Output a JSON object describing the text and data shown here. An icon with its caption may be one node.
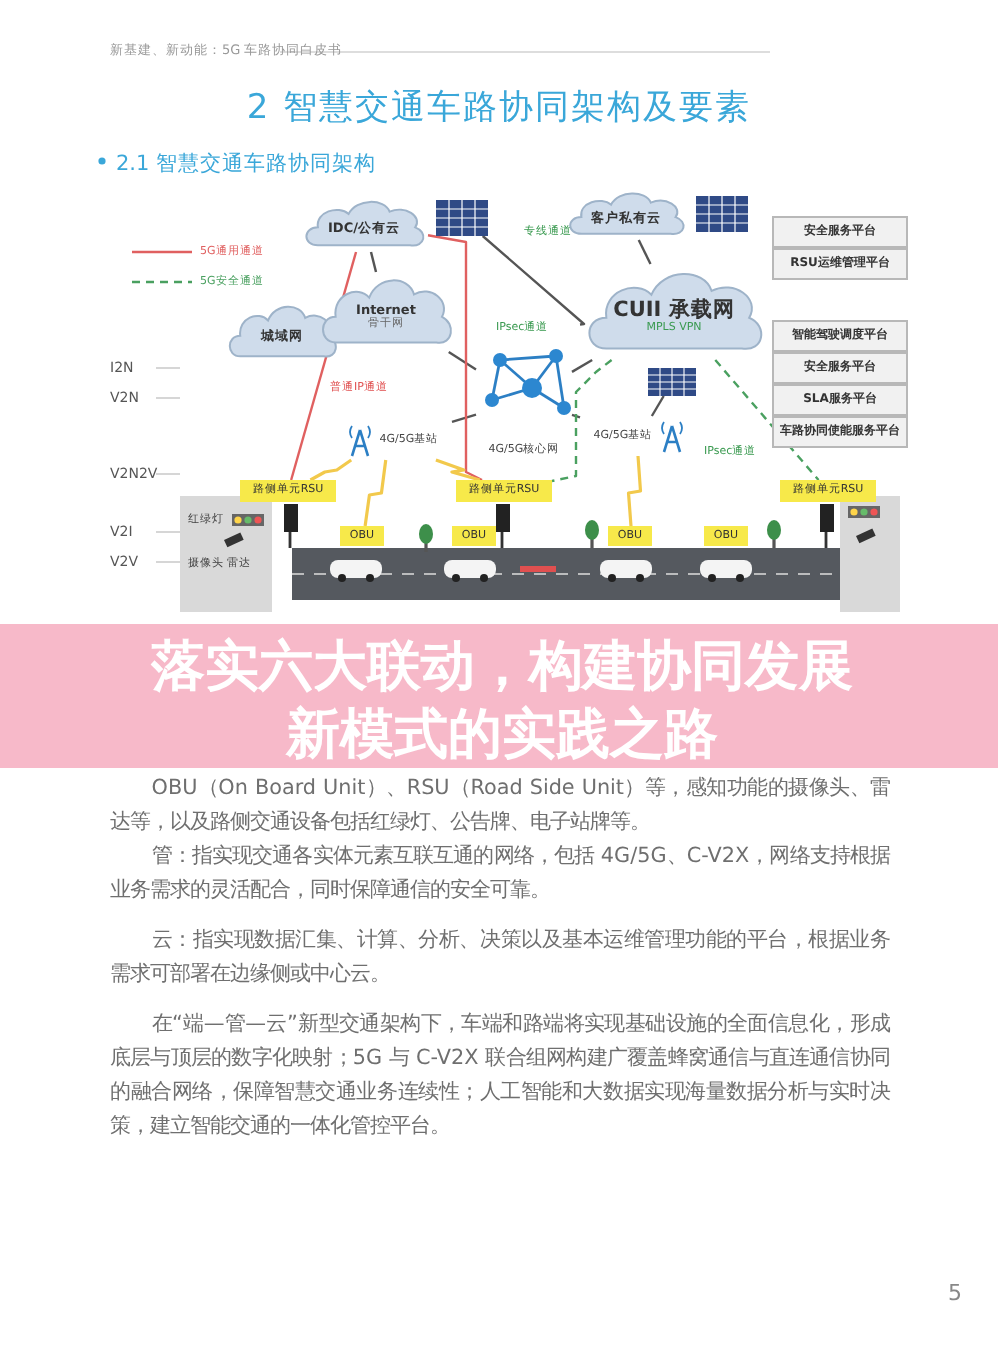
{
  "diagram": {
    "title": "2 智慧交通车路协同架构及要素",
    "nodes": [
      {
        "text": [
          "IDC/公有云"
        ]
      },
      {
        "text": [
          "城域网"
        ]
      },
      {
        "text": [
          "Internet",
          "骨干网"
        ]
      },
      {
        "text": [
          "客户私有云"
        ]
      },
      {
        "text": [
          "CUII 承载网",
          "MPLS VPN"
        ]
      },
      {
        "text": [
          "4G/5G核心网"
        ]
      },
      {
        "text": [
          "4G/5G基站"
        ]
      },
      {
        "text": [
          "4G/5G基站"
        ]
      },
      {
        "text": [],
        "shape": "picture"
      },
      {
        "text": [],
        "shape": "picture"
      },
      {
        "text": [],
        "shape": "picture"
      },
      {
        "text": [
          "路侧单元RSU"
        ]
      },
      {
        "text": [
          "路侧单元RSU"
        ]
      },
      {
        "text": [
          "路侧单元RSU"
        ]
      },
      {
        "text": [
          "OBU"
        ]
      },
      {
        "text": [
          "OBU"
        ]
      },
      {
        "text": [
          "OBU"
        ]
      },
      {
        "text": [
          "OBU"
        ]
      },
      {
        "text": [
          "安全服务平台"
        ]
      },
      {
        "text": [
          "RSU运维管理平台"
        ]
      },
      {
        "text": [
          "智能驾驶调度平台"
        ]
      },
      {
        "text": [
          "安全服务平台"
        ]
      },
      {
        "text": [
          "SLA服务平台"
        ]
      },
      {
        "text": [
          "车路协同使能服务平台"
        ]
      }
    ],
    "edges": [
      {
        "from": 0,
        "to": 2,
        "arrow": "none"
      },
      {
        "from": 2,
        "to": 5,
        "arrow": "none"
      },
      {
        "from": 5,
        "to": 4,
        "arrow": "none"
      },
      {
        "from": 4,
        "to": 3,
        "arrow": "none"
      },
      {
        "from": 8,
        "to": 4,
        "arrow": "none"
      },
      {
        "from": 5,
        "to": 6,
        "arrow": "none"
      },
      {
        "from": 5,
        "to": 7,
        "arrow": "none"
      },
      {
        "from": 7,
        "to": 10,
        "arrow": "none"
      },
      {
        "from": 0,
        "to": 11,
        "arrow": "none",
        "color": "#e06060"
      },
      {
        "from": 0,
        "to": 12,
        "arrow": "none",
        "color": "#e06060"
      },
      {
        "from": 4,
        "to": 12,
        "arrow": "none",
        "style": "dashed",
        "color": "#4aa060"
      },
      {
        "from": 4,
        "to": 13,
        "arrow": "none",
        "style": "dashed",
        "color": "#4aa060"
      },
      {
        "from": 6,
        "to": 11,
        "arrow": "none",
        "color": "#f2c94c"
      },
      {
        "from": 6,
        "to": 14,
        "arrow": "none",
        "color": "#f2c94c"
      },
      {
        "from": 6,
        "to": 12,
        "arrow": "none",
        "color": "#f2c94c"
      },
      {
        "from": 7,
        "to": 16,
        "arrow": "none",
        "color": "#f2c94c"
      }
    ],
    "labels": [
      "新基建、新动能：5G 车路协同白皮书",
      "2.1 智慧交通车路协同架构",
      "专线通道",
      "IPsec通道",
      "I2N",
      "普通IP通道",
      "V2N",
      "IPsec通道",
      "V2N2V",
      "红绿灯",
      "V2I",
      "摄像头 雷达",
      "V2V",
      "落实六大联动，构建协同发展新模式的实践之路",
      "OBU（On Board Unit）、RSU（Road Side Unit）等，感知功能的摄像头、雷达等，以及路侧交通设备包括红绿灯、公告牌、电子站牌等。",
      "管：指实现交通各实体元素互联互通的网络，包括 4G/5G、C-V2X，网络支持根据业务需求的灵活配合，同时保障通信的安全可靠。",
      "云：指实现数据汇集、计算、分析、决策以及基本运维管理功能的平台，根据业务需求可部署在边缘侧或中心云。",
      "在“端—管—云”新型交通架构下，车端和路端将实现基础设施的全面信息化，形成底层与顶层的数字化映射；5G 与 C-V2X 联合组网构建广覆盖蜂窝通信与直连通信协同的融合网络，保障智慧交通业务连续性；人工智能和大数据实现海量数据分析与实时决策，建立智能交通的一体化管控平台。",
      "5"
    ],
    "legend": [
      {
        "text": "5G通用通道"
      },
      {
        "text": "5G安全通道"
      }
    ]
  }
}
